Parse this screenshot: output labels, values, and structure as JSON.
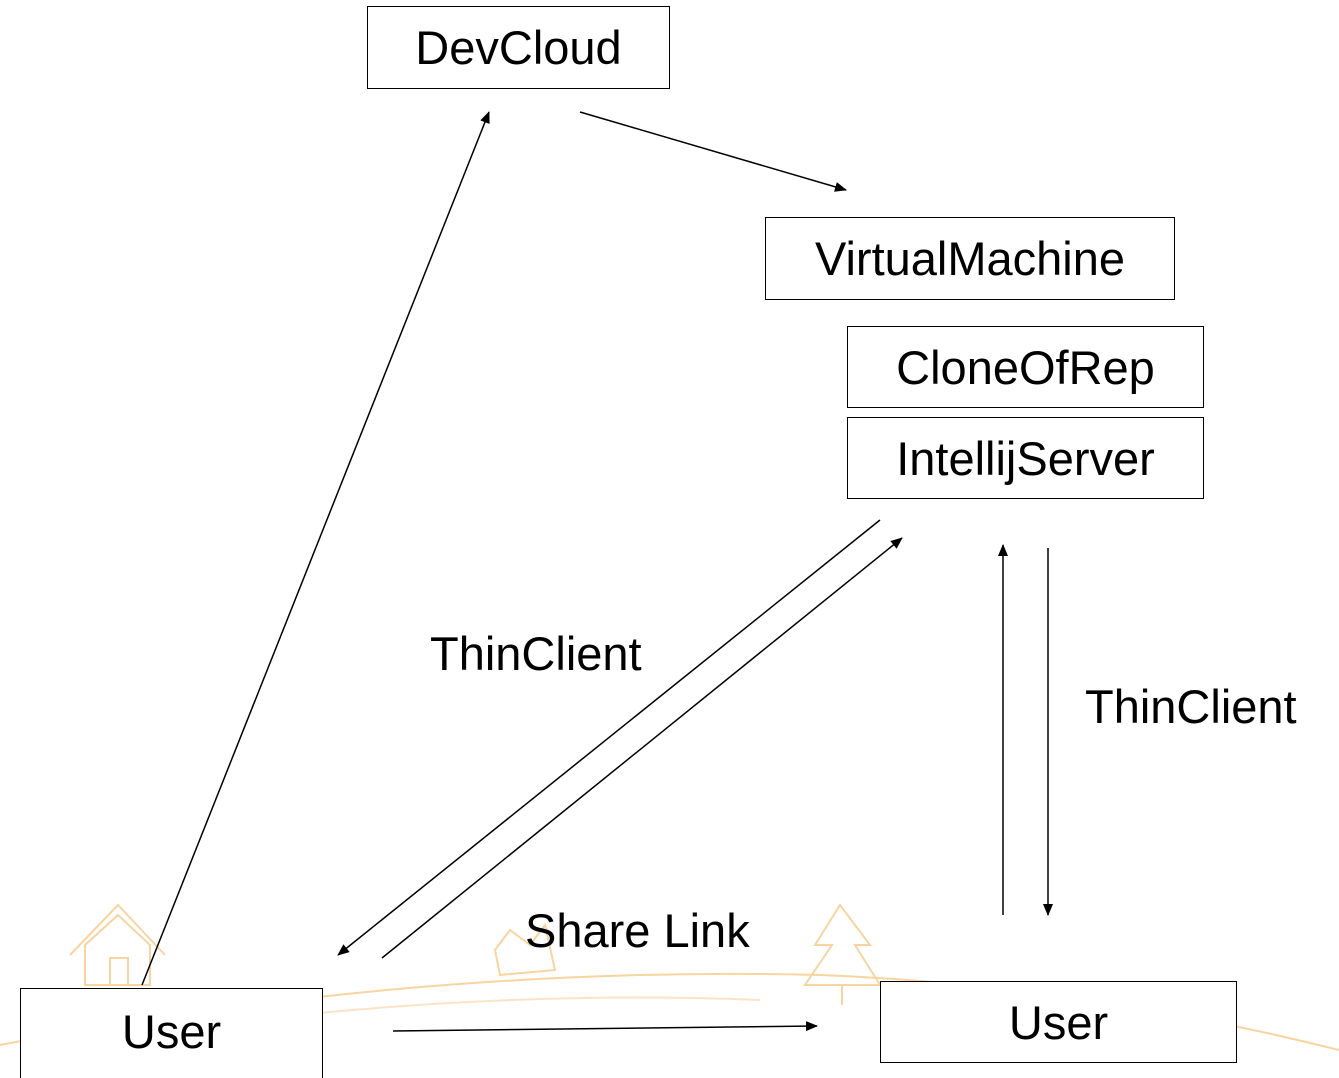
{
  "nodes": {
    "devcloud": "DevCloud",
    "virtual_machine": "VirtualMachine",
    "clone_of_rep": "CloneOfRep",
    "intellij_server": "IntellijServer",
    "user_left": "User",
    "user_right": "User"
  },
  "edge_labels": {
    "thin_client_left": "ThinClient",
    "thin_client_right": "ThinClient",
    "share_link": "Share Link"
  },
  "colors": {
    "line": "#000000",
    "background_sketch": "#f6c27a"
  },
  "background_icons": [
    "house-sketch",
    "tree-sketch",
    "hill-outline"
  ]
}
